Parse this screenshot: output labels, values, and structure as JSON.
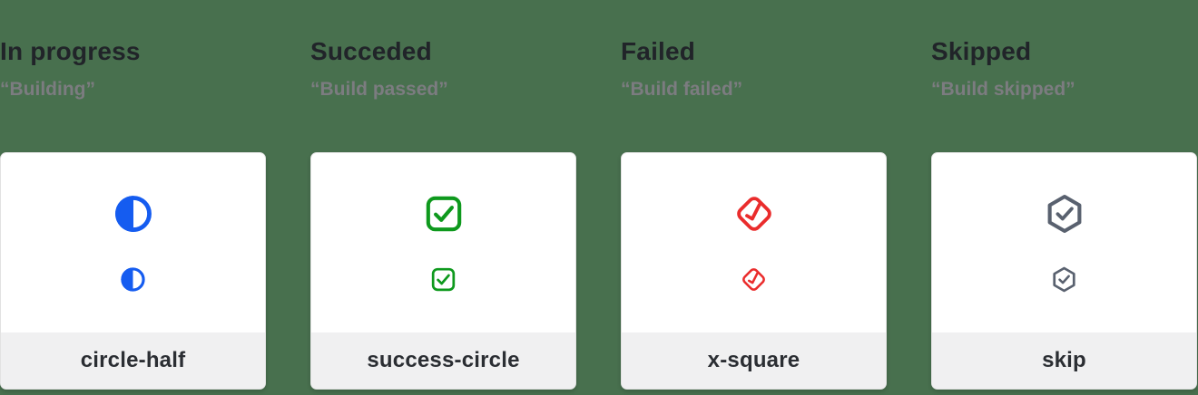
{
  "page": {
    "background_color": "#48704E"
  },
  "colors": {
    "title": "#212429",
    "subtitle": "#7C7C80",
    "card_background": "#FFFFFF",
    "card_border": "#E2E2E2",
    "footer_background": "#F0F0F1",
    "label": "#2B2E33"
  },
  "icon_sizes": {
    "large": 44,
    "small": 29
  },
  "columns": [
    {
      "title": "In progress",
      "subtitle": "“Building”",
      "label": "circle-half",
      "icon": "circle-half-icon",
      "icon_color": "#155CF0"
    },
    {
      "title": "Succeded",
      "subtitle": "“Build passed”",
      "label": "success-circle",
      "icon": "check-square-icon",
      "icon_color": "#0E991D"
    },
    {
      "title": "Failed",
      "subtitle": "“Build failed”",
      "label": "x-square",
      "icon": "check-diamond-icon",
      "icon_color": "#EA2C2C"
    },
    {
      "title": "Skipped",
      "subtitle": "“Build skipped”",
      "label": "skip",
      "icon": "hexagon-check-icon",
      "icon_color": "#59616F"
    }
  ]
}
